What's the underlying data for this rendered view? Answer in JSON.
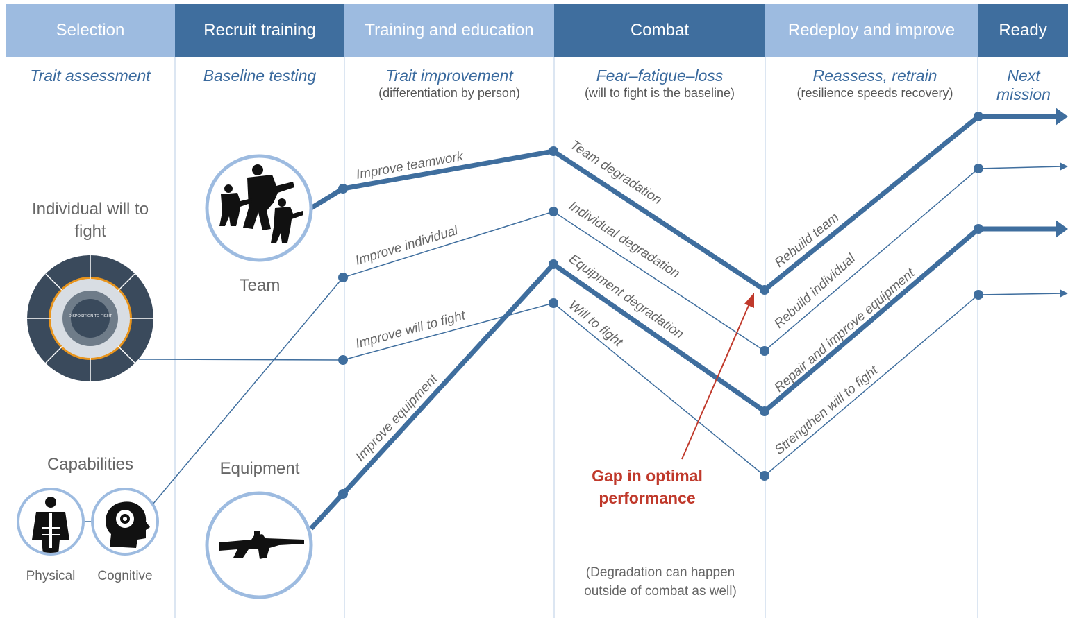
{
  "headers": [
    {
      "label": "Selection"
    },
    {
      "label": "Recruit training"
    },
    {
      "label": "Training and education"
    },
    {
      "label": "Combat"
    },
    {
      "label": "Redeploy and improve"
    },
    {
      "label": "Ready"
    }
  ],
  "subheaders": [
    {
      "main": "Trait assessment",
      "note": ""
    },
    {
      "main": "Baseline testing",
      "note": ""
    },
    {
      "main": "Trait improvement",
      "note": "(differentiation by person)"
    },
    {
      "main": "Fear–fatigue–loss",
      "note": "(will to fight is the baseline)"
    },
    {
      "main": "Reassess, retrain",
      "note": "(resilience speeds recovery)"
    },
    {
      "main": "Next mission",
      "note": ""
    }
  ],
  "left_labels": {
    "individual": "Individual will to fight",
    "capabilities": "Capabilities",
    "physical": "Physical",
    "cognitive": "Cognitive",
    "team": "Team",
    "equipment": "Equipment",
    "wheel_center": "DISPOSITION TO FIGHT"
  },
  "edge_labels": {
    "improve_teamwork": "Improve teamwork",
    "improve_individual": "Improve individual",
    "improve_will": "Improve will to fight",
    "improve_equipment": "Improve equipment",
    "team_degradation": "Team degradation",
    "individual_degradation": "Individual degradation",
    "equipment_degradation": "Equipment degradation",
    "will_to_fight": "Will to fight",
    "rebuild_team": "Rebuild team",
    "rebuild_individual": "Rebuild individual",
    "repair_equipment": "Repair and improve equipment",
    "strengthen_will": "Strengthen will to fight"
  },
  "callouts": {
    "gap": "Gap in optimal performance",
    "degradation_note": "(Degradation can happen outside of combat as well)"
  },
  "colors": {
    "dark_blue": "#3f6e9e",
    "light_blue": "#9dbbe0",
    "accent_red": "#c0392b"
  }
}
